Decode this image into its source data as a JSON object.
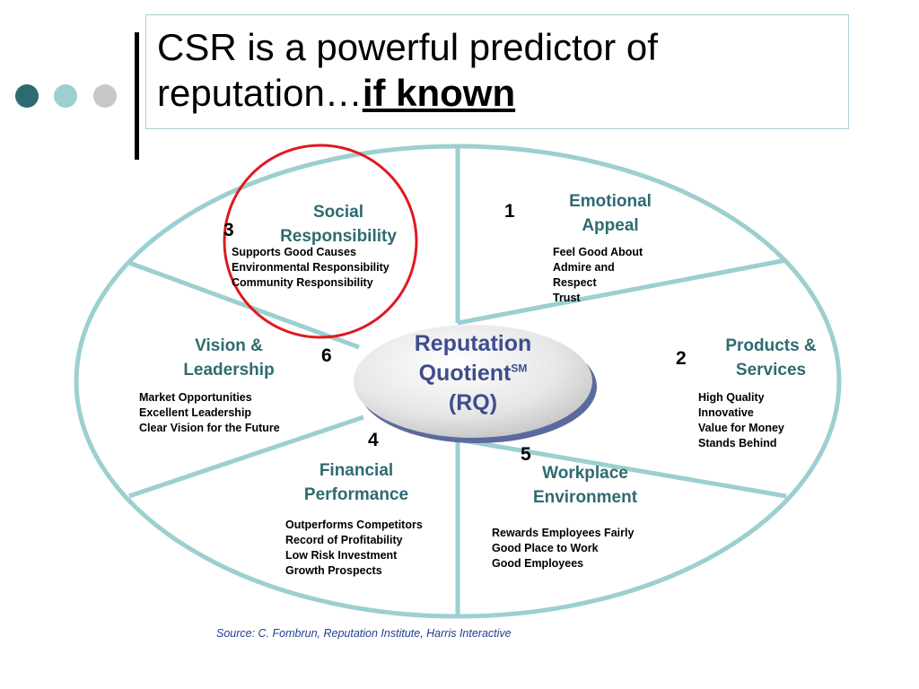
{
  "slide": {
    "title_main": "CSR is a powerful predictor of reputation…",
    "title_emphasis": "if known"
  },
  "center": {
    "line1": "Reputation",
    "line2": "Quotient",
    "superscript": "SM",
    "line3": "(RQ)"
  },
  "segments": [
    {
      "number": "1",
      "title_lines": [
        "Emotional",
        "Appeal"
      ],
      "items": [
        "Feel Good About",
        "Admire and",
        "Respect",
        "Trust"
      ]
    },
    {
      "number": "2",
      "title_lines": [
        "Products &",
        "Services"
      ],
      "items": [
        "High Quality",
        "Innovative",
        "Value for Money",
        "Stands Behind"
      ]
    },
    {
      "number": "3",
      "title_lines": [
        "Social",
        "Responsibility"
      ],
      "items": [
        "Supports Good Causes",
        "Environmental Responsibility",
        "Community Responsibility"
      ]
    },
    {
      "number": "4",
      "title_lines": [
        "Financial",
        "Performance"
      ],
      "items": [
        "Outperforms Competitors",
        "Record of Profitability",
        "Low Risk Investment",
        "Growth Prospects"
      ]
    },
    {
      "number": "5",
      "title_lines": [
        "Workplace",
        "Environment"
      ],
      "items": [
        "Rewards Employees Fairly",
        "Good Place to Work",
        "Good Employees"
      ]
    },
    {
      "number": "6",
      "title_lines": [
        "Vision &",
        "Leadership"
      ],
      "items": [
        "Market Opportunities",
        "Excellent  Leadership",
        "Clear Vision for the Future"
      ]
    }
  ],
  "source": "Source: C. Fombrun, Reputation Institute, Harris Interactive",
  "colors": {
    "ellipse_stroke": "#9ccfd0",
    "heading_text": "#2e6b70",
    "highlight_circle": "#e0191e",
    "center_text": "#3f4d8e",
    "source_text": "#1f3f8f"
  }
}
